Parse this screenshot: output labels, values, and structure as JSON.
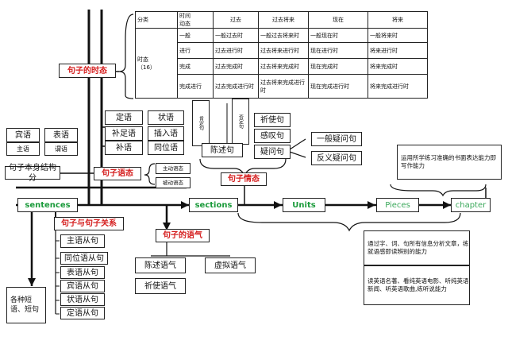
{
  "tense_table": {
    "header": [
      "分类",
      "时间",
      "动态",
      "过去",
      "过去将来",
      "现在",
      "将来"
    ],
    "row_side_label": "时态",
    "row_side_count": "（16）",
    "rows": [
      [
        "一般",
        "一般过去时",
        "一般过去将来时",
        "一般现在时",
        "一般将来时"
      ],
      [
        "进行",
        "过去进行时",
        "过去将来进行时",
        "现在进行时",
        "将来进行时"
      ],
      [
        "完成",
        "过去完成时",
        "过去将来完成时",
        "现在完成时",
        "将来完成时"
      ],
      [
        "完成进行",
        "过去完成进行时",
        "过去将来完成进行时",
        "现在完成进行时",
        "将来完成进行时"
      ]
    ]
  },
  "titles": {
    "tense": "句子的时态",
    "voice": "句子语态",
    "mood_feeling": "句子情态",
    "relation": "句子与句子关系",
    "mood": "句子的语气"
  },
  "components": {
    "object": "宾语",
    "predicative": "表语",
    "subject": "主语",
    "predicate": "谓语",
    "attributive": "定语",
    "adverbial": "状语",
    "object_complement": "补足语",
    "parenthesis": "插入语",
    "complement": "补语",
    "appositive": "同位语",
    "structure": "句子本身结构分"
  },
  "voice": {
    "active": "主动语态",
    "passive": "被动语态"
  },
  "sentence_types": {
    "declarative": "陈述句",
    "statement_aff": "肯定句",
    "statement_neg": "否定句",
    "imperative": "祈使句",
    "exclamatory": "感叹句",
    "interrogative": "疑问句",
    "general_q": "一般疑问句",
    "alternative_q": "反义疑问句"
  },
  "chain": {
    "sentences": "sentences",
    "sections": "sections",
    "units": "Units",
    "pieces": "Pieces",
    "chapter": "chapter"
  },
  "clauses": [
    "主语从句",
    "同位语从句",
    "表语从句",
    "宾语从句",
    "状语从句",
    "定语从句"
  ],
  "varieties": "各种短语、短句",
  "moods": {
    "declarative": "陈述语气",
    "subjunctive": "虚拟语气",
    "imperative": "祈使语气"
  },
  "notes": {
    "writing": "运用所学练习准确的书面表达能力即写作能力",
    "reading": "通过字、词、句所有信息分析文章，练就语感即读辨别的能力",
    "listening": "读英语名著、看纯英语电影、听纯英语新闻、听英语歌曲,练听说能力"
  },
  "colors": {
    "red": "#d51f1f",
    "green": "#1a9a3a",
    "line": "#111111"
  }
}
